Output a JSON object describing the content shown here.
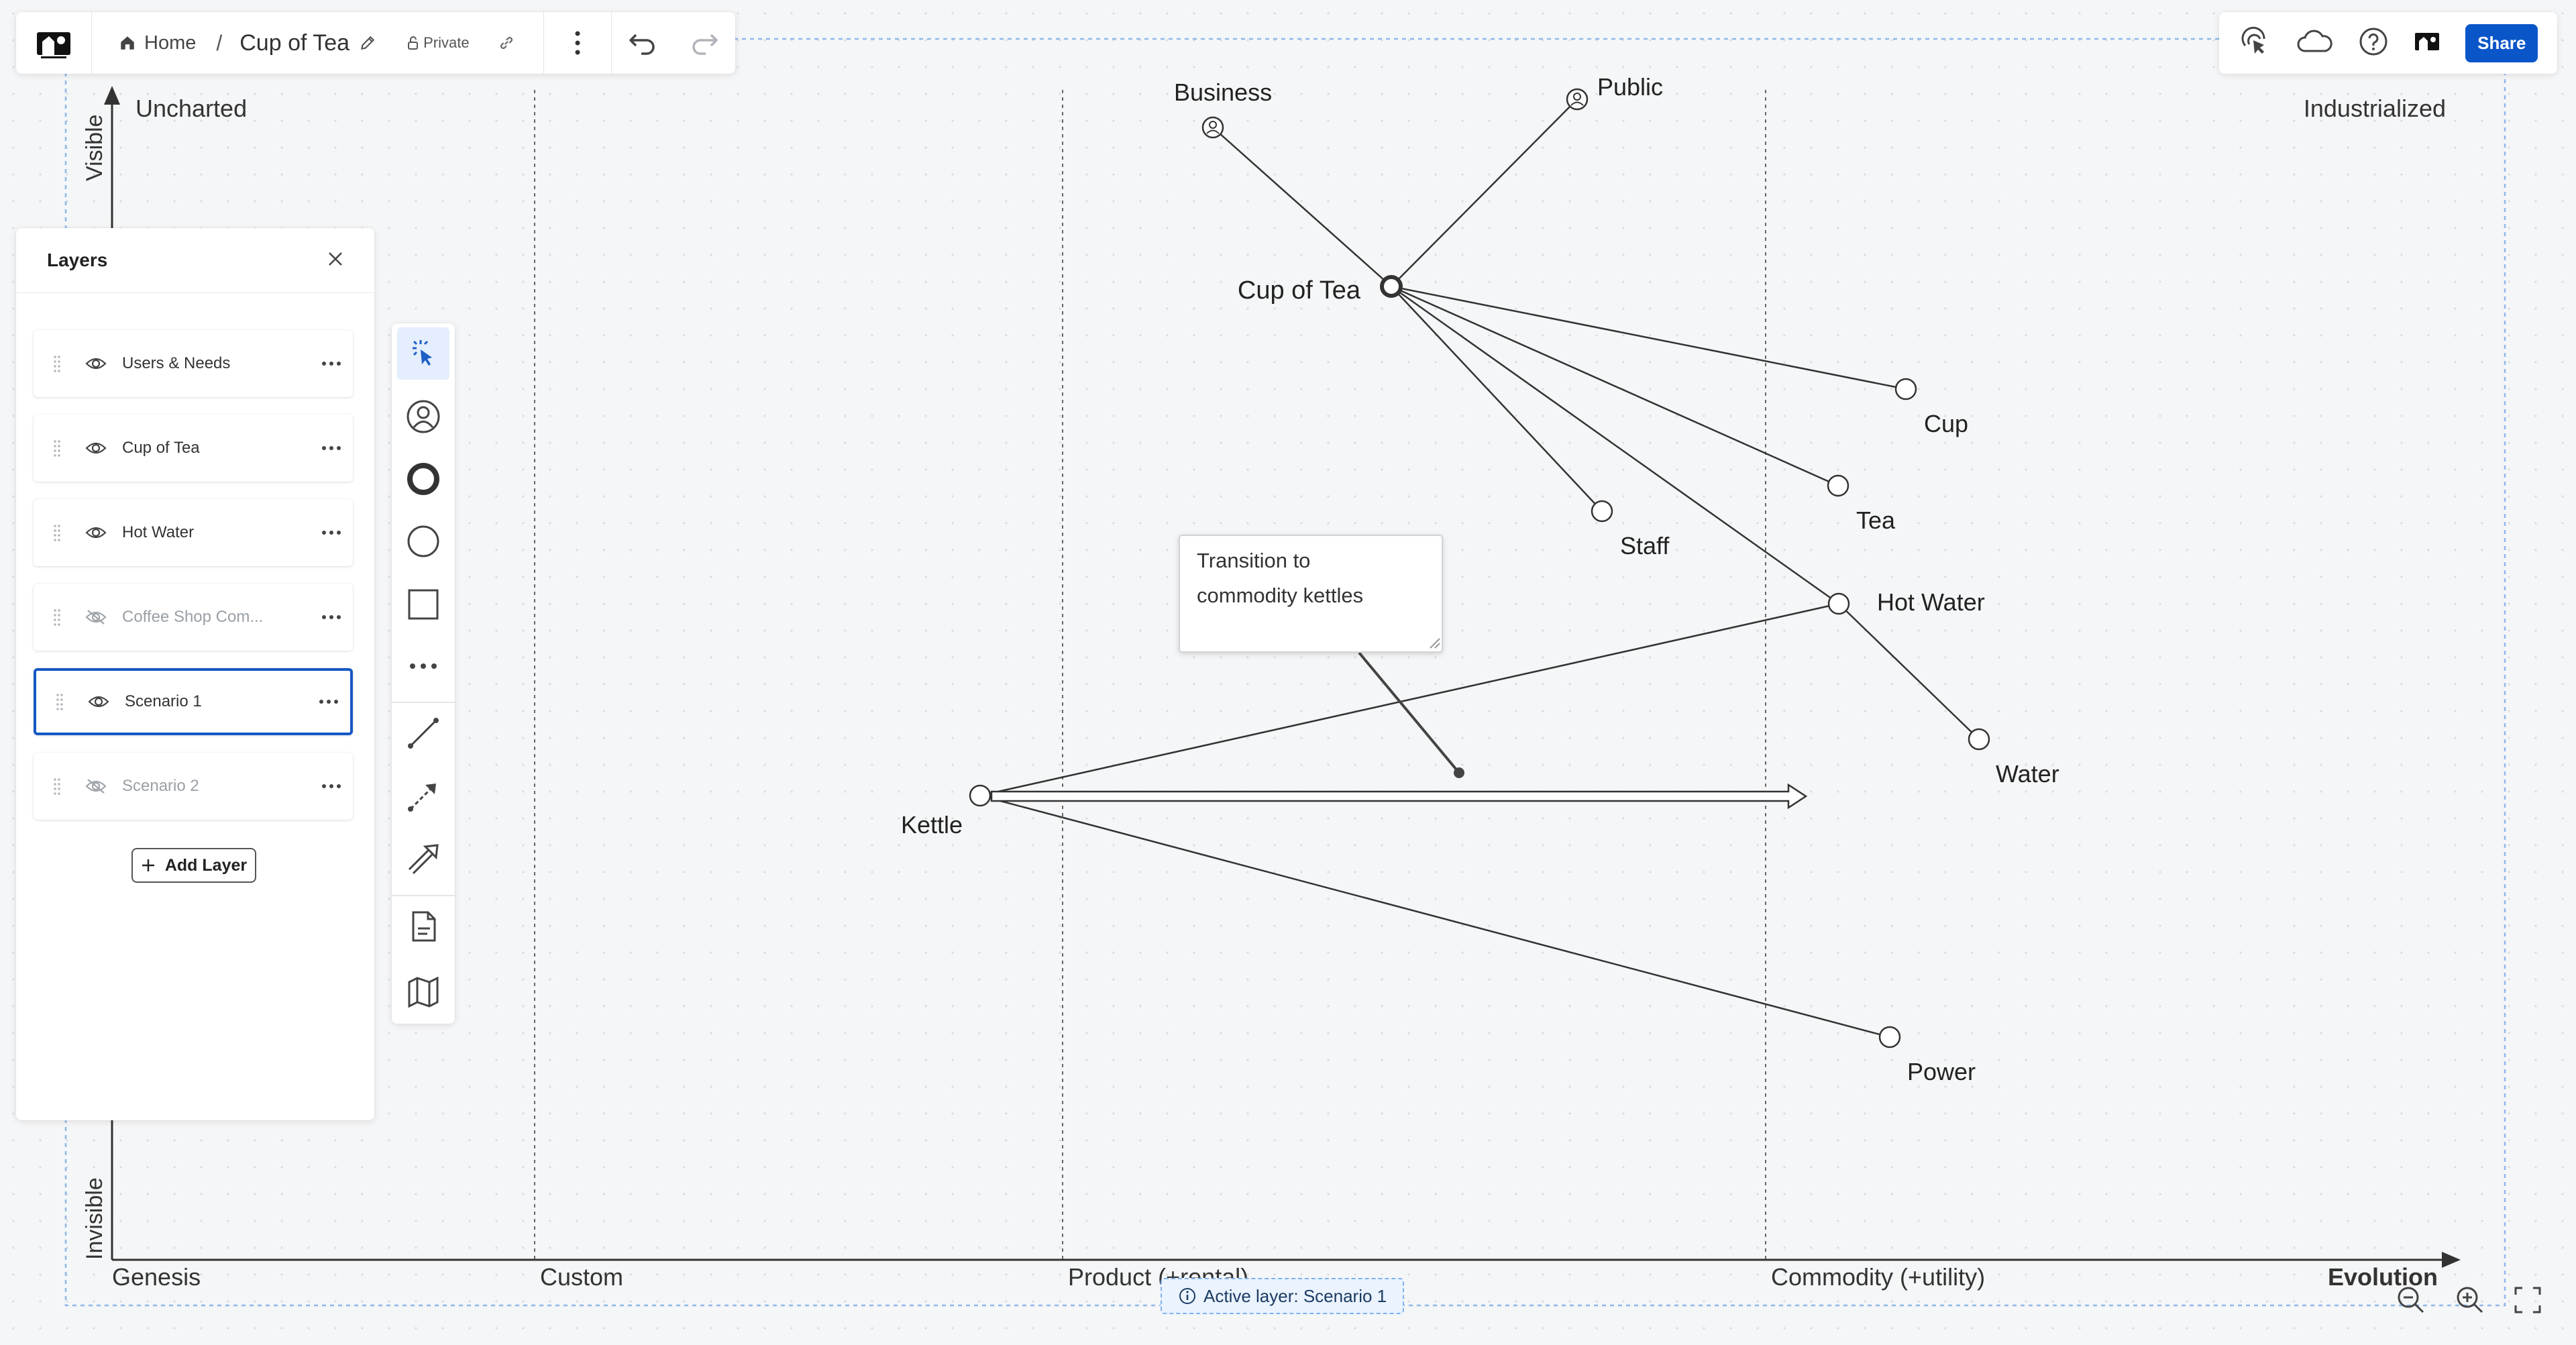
{
  "header": {
    "home_label": "Home",
    "separator": "/",
    "map_title": "Cup of Tea",
    "visibility": "Private"
  },
  "top_right": {
    "share_label": "Share"
  },
  "layers_panel": {
    "title": "Layers",
    "items": [
      {
        "label": "Users & Needs",
        "visible": true,
        "active": false
      },
      {
        "label": "Cup of Tea",
        "visible": true,
        "active": false
      },
      {
        "label": "Hot Water",
        "visible": true,
        "active": false
      },
      {
        "label": "Coffee Shop Com...",
        "visible": false,
        "active": false
      },
      {
        "label": "Scenario 1",
        "visible": true,
        "active": true
      },
      {
        "label": "Scenario 2",
        "visible": false,
        "active": false
      }
    ],
    "add_label": "Add Layer"
  },
  "map": {
    "axis": {
      "visible_label": "Visible",
      "invisible_label": "Invisible",
      "stages": [
        "Genesis",
        "Custom",
        "Product (+rental)",
        "Commodity (+utility)",
        "Evolution"
      ],
      "corner_top_left": "Uncharted",
      "corner_top_right": "Industrialized"
    },
    "nodes": [
      {
        "id": "business",
        "label": "Business",
        "type": "user"
      },
      {
        "id": "public",
        "label": "Public",
        "type": "user"
      },
      {
        "id": "cupoftea",
        "label": "Cup of Tea",
        "type": "need"
      },
      {
        "id": "cup",
        "label": "Cup",
        "type": "component"
      },
      {
        "id": "tea",
        "label": "Tea",
        "type": "component"
      },
      {
        "id": "staff",
        "label": "Staff",
        "type": "component"
      },
      {
        "id": "hotwater",
        "label": "Hot Water",
        "type": "component"
      },
      {
        "id": "water",
        "label": "Water",
        "type": "component"
      },
      {
        "id": "kettle",
        "label": "Kettle",
        "type": "component"
      },
      {
        "id": "power",
        "label": "Power",
        "type": "component"
      }
    ],
    "links": [
      [
        "business",
        "cupoftea"
      ],
      [
        "public",
        "cupoftea"
      ],
      [
        "cupoftea",
        "cup"
      ],
      [
        "cupoftea",
        "tea"
      ],
      [
        "cupoftea",
        "staff"
      ],
      [
        "cupoftea",
        "hotwater"
      ],
      [
        "hotwater",
        "water"
      ],
      [
        "hotwater",
        "kettle"
      ],
      [
        "kettle",
        "power"
      ]
    ],
    "evolve_arrow": {
      "from": "kettle",
      "to_stage": "Commodity (+utility)"
    },
    "note": {
      "lines": [
        "Transition to",
        "commodity kettles"
      ]
    }
  },
  "status": {
    "active_layer": "Active layer: Scenario 1"
  },
  "icons": {
    "logo": "app-logo-icon",
    "home": "home-icon",
    "edit": "pencil-icon",
    "lock": "unlock-icon",
    "link": "link-icon",
    "menu": "more-vertical-icon",
    "undo": "undo-icon",
    "redo": "redo-icon",
    "presence": "pointer-broadcast-icon",
    "cloud": "cloud-icon",
    "help": "help-icon",
    "close": "close-icon"
  },
  "colors": {
    "accent": "#0a56c9",
    "active_border": "#1458c4",
    "line": "#333333"
  }
}
